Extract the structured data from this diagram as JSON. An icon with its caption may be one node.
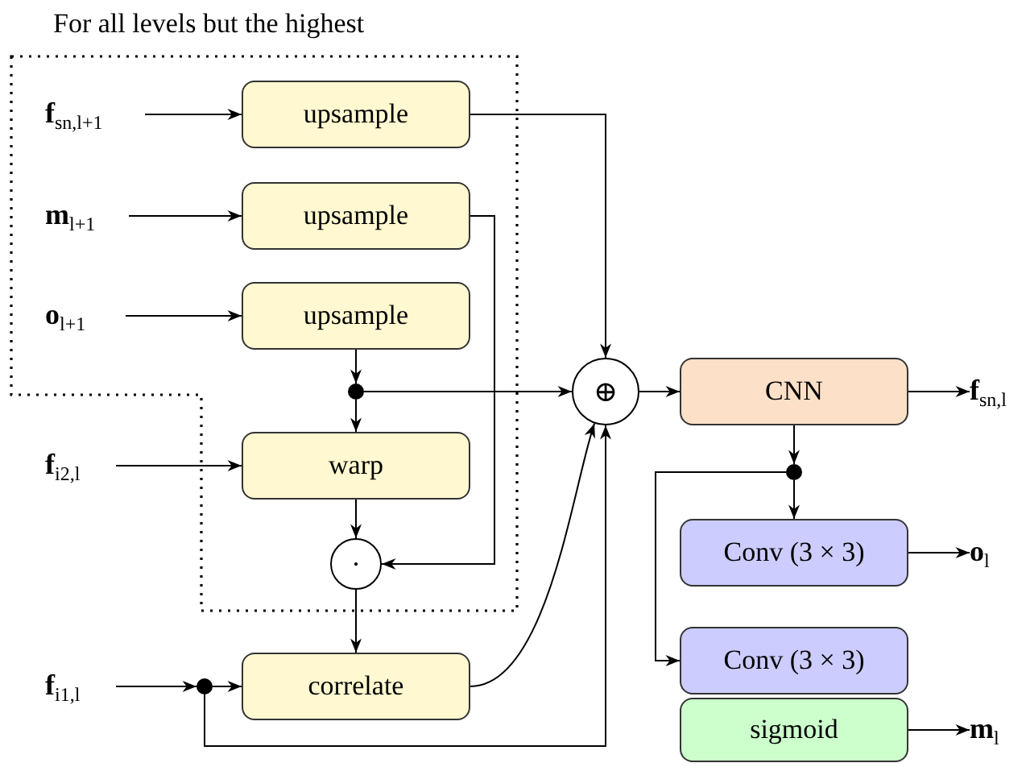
{
  "diagram": {
    "nodes": [
      {
        "text": [
          "For all levels but the highest"
        ]
      },
      {
        "text": [
          "**f**$_{sn,l+1}$"
        ],
        "in": 0
      },
      {
        "text": [
          "upsample"
        ],
        "in": 0
      },
      {
        "text": [
          "**m**$_{l+1}$"
        ],
        "in": 0
      },
      {
        "text": [
          "upsample"
        ],
        "in": 0
      },
      {
        "text": [
          "**o**$_{l+1}$"
        ],
        "in": 0
      },
      {
        "text": [
          "upsample"
        ],
        "in": 0
      },
      {
        "text": [],
        "shape": "circle",
        "in": 0
      },
      {
        "text": [
          "**f**$_{i2,l}$"
        ]
      },
      {
        "text": [
          "warp"
        ],
        "in": 0
      },
      {
        "text": [
          "·"
        ],
        "in": 0
      },
      {
        "text": [
          "**f**$_{i1,l}$"
        ]
      },
      {
        "text": [],
        "shape": "circle"
      },
      {
        "text": [
          "correlate"
        ]
      },
      {
        "text": [
          "⊕"
        ]
      },
      {
        "text": [
          "CNN"
        ]
      },
      {
        "text": [
          "**f**$_{sn,l}$"
        ]
      },
      {
        "text": [],
        "shape": "circle"
      },
      {
        "text": [
          "Conv (3 × 3)"
        ]
      },
      {
        "text": [
          "**o**$_{l}$"
        ]
      },
      {
        "text": [
          "Conv (3 × 3)"
        ]
      },
      {
        "text": [
          "sigmoid"
        ]
      },
      {
        "text": [
          "**m**$_{l}$"
        ]
      }
    ],
    "edges": [
      {
        "from": 1,
        "to": 2,
        "arrow": "to"
      },
      {
        "from": 3,
        "to": 4,
        "arrow": "to"
      },
      {
        "from": 5,
        "to": 6,
        "arrow": "to"
      },
      {
        "from": 2,
        "to": 14,
        "arrow": "to"
      },
      {
        "from": 4,
        "to": 10,
        "arrow": "to"
      },
      {
        "from": 6,
        "to": 7,
        "arrow": "to"
      },
      {
        "from": 7,
        "to": 9,
        "arrow": "to"
      },
      {
        "from": 7,
        "to": 14,
        "arrow": "to"
      },
      {
        "from": 8,
        "to": 9,
        "arrow": "to"
      },
      {
        "from": 9,
        "to": 10,
        "arrow": "to"
      },
      {
        "from": 10,
        "to": 13,
        "arrow": "to"
      },
      {
        "from": 11,
        "to": 12,
        "arrow": "to"
      },
      {
        "from": 12,
        "to": 13,
        "arrow": "to"
      },
      {
        "from": 13,
        "to": 14,
        "arrow": "to"
      },
      {
        "from": 12,
        "to": 14,
        "arrow": "to"
      },
      {
        "from": 14,
        "to": 15,
        "arrow": "to"
      },
      {
        "from": 15,
        "to": 16,
        "arrow": "to"
      },
      {
        "from": 15,
        "to": 17,
        "arrow": "to"
      },
      {
        "from": 17,
        "to": 18,
        "arrow": "to"
      },
      {
        "from": 17,
        "to": 20,
        "arrow": "to"
      },
      {
        "from": 18,
        "to": 19,
        "arrow": "to"
      },
      {
        "from": 21,
        "to": 22,
        "arrow": "to"
      }
    ]
  }
}
